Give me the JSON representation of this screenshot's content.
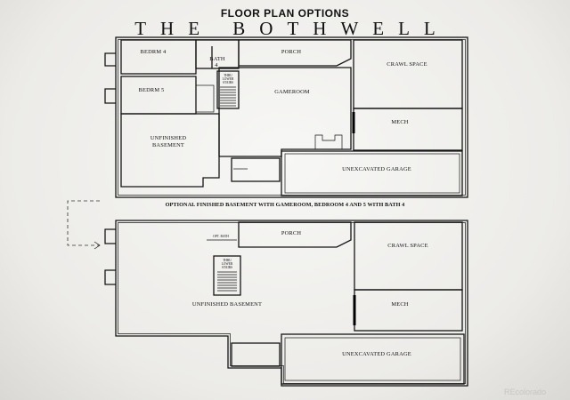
{
  "header": {
    "options_title": "FLOOR PLAN OPTIONS",
    "model_name": "THE BOTHWELL"
  },
  "plan_top": {
    "rooms": {
      "bedroom4": "BEDRM 4",
      "bath4": "BATH",
      "bath4_number": "4",
      "porch": "PORCH",
      "crawl_space": "CRAWL SPACE",
      "bedroom5": "BEDRM 5",
      "gameroom": "GAMEROOM",
      "mech": "MECH",
      "unfinished_line1": "UNFINISHED",
      "unfinished_line2": "BASEMENT",
      "garage": "UNEXCAVATED GARAGE",
      "stairs_line1": "THRU",
      "stairs_line2": "LOWER",
      "stairs_line3": "STAIRS"
    },
    "caption": "OPTIONAL FINISHED BASEMENT WITH GAMEROOM, BEDROOM 4 AND 5 WITH BATH 4"
  },
  "plan_bottom": {
    "rooms": {
      "opt_bath": "OPT. BATH",
      "porch": "PORCH",
      "crawl_space": "CRAWL SPACE",
      "unfinished": "UNFINISHED BASEMENT",
      "mech": "MECH",
      "garage": "UNEXCAVATED GARAGE",
      "stairs_line1": "THRU",
      "stairs_line2": "LOWER",
      "stairs_line3": "STAIRS"
    }
  },
  "watermark": "REcolorado"
}
